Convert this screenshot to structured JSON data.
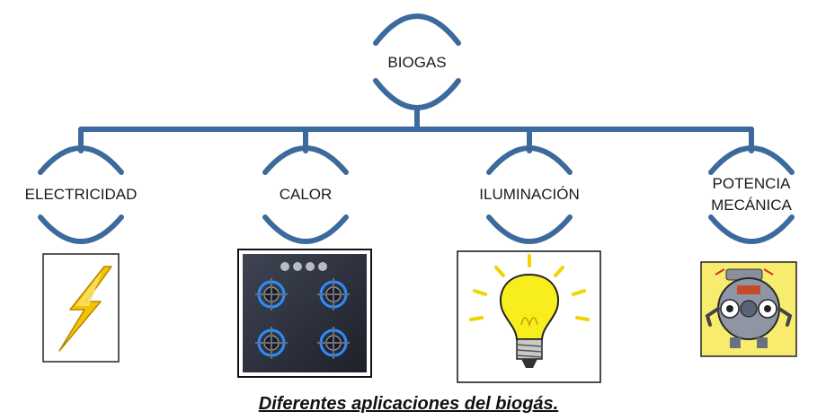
{
  "diagram": {
    "root": {
      "label": "BIOGAS"
    },
    "children": [
      {
        "label": "ELECTRICIDAD",
        "image": "lightning-bolt-icon"
      },
      {
        "label": "CALOR",
        "image": "gas-stove-icon"
      },
      {
        "label": "ILUMINACIÓN",
        "image": "light-bulb-icon"
      },
      {
        "label_line1": "POTENCIA",
        "label_line2": "MECÁNICA",
        "image": "motor-icon"
      }
    ],
    "colors": {
      "connector": "#3d6a9c",
      "bolt": "#f5c400",
      "bulb": "#f8ee1e",
      "motor_bg": "#f8ec6e"
    }
  },
  "caption": "Diferentes aplicaciones del biogás."
}
